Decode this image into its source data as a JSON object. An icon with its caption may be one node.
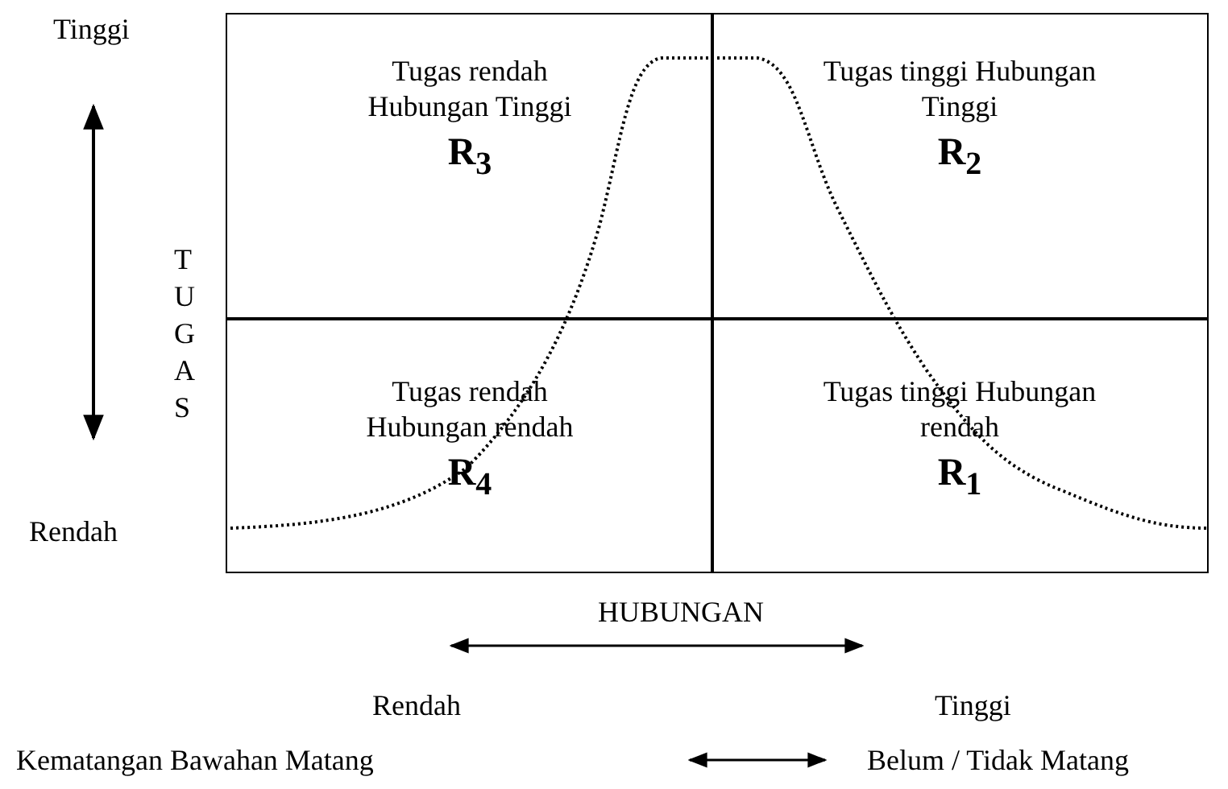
{
  "diagram": {
    "nodes": [
      {
        "text": [
          "Tugas rendah Hubungan Tinggi",
          "R$_{3}$"
        ]
      },
      {
        "text": [
          "Tugas tinggi Hubungan Tinggi",
          "R$_{2}$"
        ]
      },
      {
        "text": [
          "Tugas rendah Hubungan rendah",
          "R$_{4}$"
        ]
      },
      {
        "text": [
          "Tugas tinggi Hubungan rendah",
          "R$_{1}$"
        ]
      }
    ],
    "edges": [],
    "labels": [
      "Tinggi",
      "TUGAS",
      "Rendah",
      "HUBUNGAN",
      "Rendah",
      "Tinggi",
      "Kematangan Bawahan Matang",
      "Belum / Tidak Matang"
    ]
  }
}
